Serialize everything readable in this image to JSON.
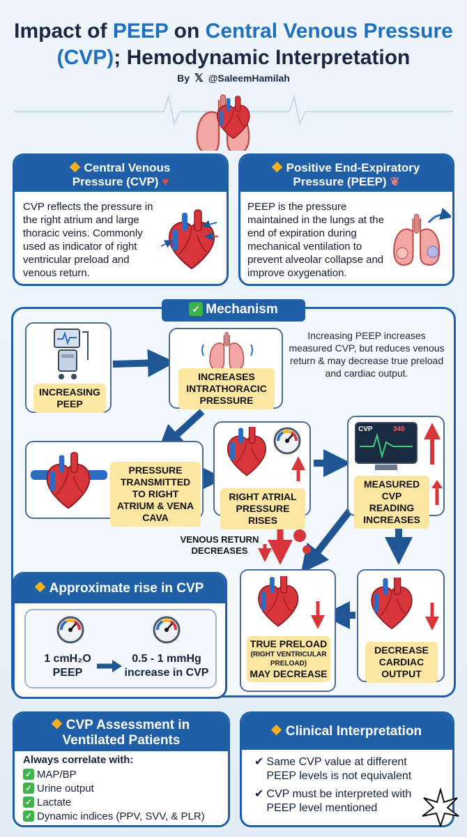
{
  "title": {
    "part1": "Impact of ",
    "peep": "PEEP",
    "part2": " on ",
    "cvp_full": "Central Venous Pressure",
    "cvp_abbr": "(CVP)",
    "part3": "; Hemodynamic Interpretation"
  },
  "byline": {
    "by": "By",
    "handle": "@SaleemHamilah"
  },
  "cvp_card": {
    "title_line1": "Central Venous",
    "title_line2": "Pressure (CVP)",
    "text": "CVP reflects the pressure in the right atrium and large thoracic veins. Commonly used as indicator of right ventricular preload and venous return."
  },
  "peep_card": {
    "title_line1": "Positive End-Expiratory",
    "title_line2": "Pressure (PEEP)",
    "text": "PEEP is the pressure maintained in the lungs at the end of expiration during mechanical ventilation to prevent alveolar collapse and improve oxygenation."
  },
  "mechanism": {
    "title": "Mechanism",
    "note": "Increasing PEEP increases measured CVP, but reduces venous return & may decrease true preload and cardiac output.",
    "steps": {
      "increasing_peep": "INCREASING PEEP",
      "intrathoracic": "INCREASES INTRATHORACIC PRESSURE",
      "transmitted": "PRESSURE TRANSMITTED TO RIGHT ATRIUM & VENA CAVA",
      "ra_rises": "RIGHT ATRIAL PRESSURE RISES",
      "measured_cvp": "MEASURED CVP READING INCREASES",
      "venous_return": "VENOUS RETURN DECREASES",
      "true_preload_1": "TRUE PRELOAD",
      "true_preload_2": "(RIGHT VENTRICULAR PRELOAD)",
      "true_preload_3": "MAY DECREASE",
      "cardiac_output": "DECREASE CARDIAC OUTPUT"
    },
    "monitor_label": "CVP",
    "monitor_value": "340"
  },
  "approx": {
    "title": "Approximate rise in CVP",
    "left_line1": "1 cmH₂O",
    "left_line2": "PEEP",
    "right_line1": "0.5 - 1 mmHg",
    "right_line2": "increase in CVP"
  },
  "assessment": {
    "title_line1": "CVP Assessment in",
    "title_line2": "Ventilated Patients",
    "heading": "Always correlate with:",
    "items": [
      "MAP/BP",
      "Urine output",
      "Lactate",
      "Dynamic indices (PPV, SVV, & PLR)"
    ]
  },
  "clinical": {
    "title": "Clinical Interpretation",
    "items": [
      "Same CVP value at different PEEP levels is not equivalent",
      "CVP must be interpreted with PEEP level mentioned"
    ]
  },
  "colors": {
    "primary": "#1f5fa8",
    "accent": "#f4b020",
    "label_bg": "#fbe6a2",
    "heart_red": "#d8353b"
  }
}
